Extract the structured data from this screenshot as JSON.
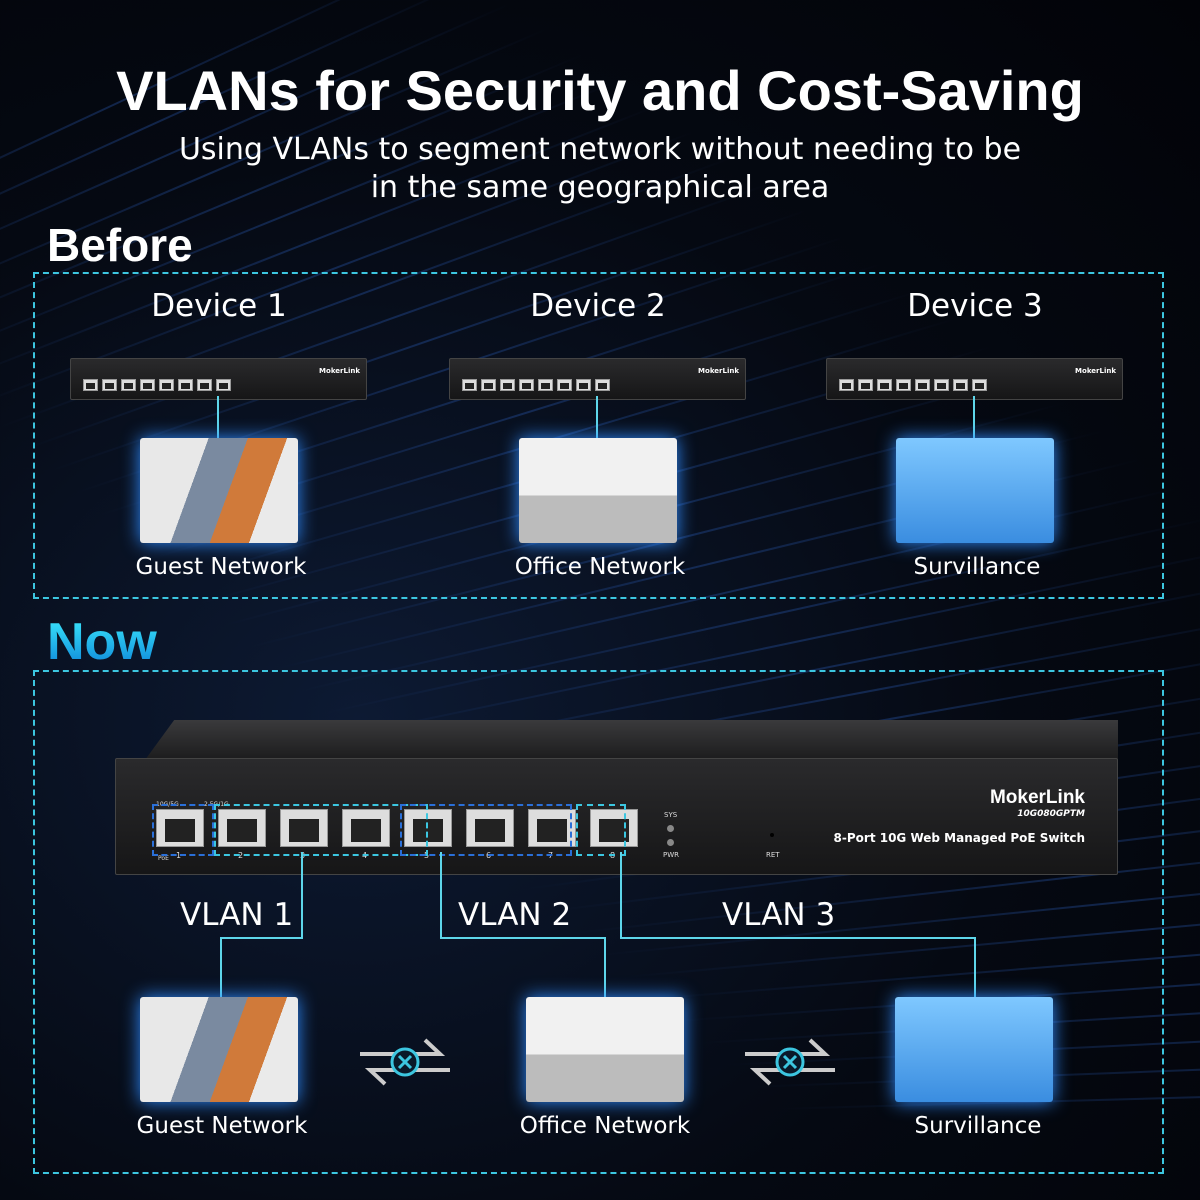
{
  "title": "VLANs for Security and Cost-Saving",
  "subtitle_line1": "Using VLANs to segment network without needing to be",
  "subtitle_line2": "in the same geographical area",
  "before": {
    "heading": "Before",
    "devices": [
      {
        "name": "Device 1",
        "network": "Guest Network"
      },
      {
        "name": "Device 2",
        "network": "Office Network"
      },
      {
        "name": "Device 3",
        "network": "Survillance"
      }
    ]
  },
  "now": {
    "heading": "Now",
    "vlans": [
      "VLAN 1",
      "VLAN 2",
      "VLAN 3"
    ],
    "networks": [
      "Guest Network",
      "Office Network",
      "Survillance"
    ]
  },
  "switch": {
    "brand": "MokerLink",
    "model": "10G080GPTM",
    "description": "8-Port 10G Web Managed PoE Switch",
    "speed_label_1": "10G/5G",
    "speed_label_2": "2.5G/1G",
    "poe_label": "PoE",
    "sys": "SYS",
    "pwr": "PWR",
    "ret": "RET",
    "ports": [
      "1",
      "2",
      "3",
      "4",
      "5",
      "6",
      "7",
      "8"
    ]
  },
  "colors": {
    "accent": "#3cc6e0",
    "glow": "#2f8cff"
  }
}
